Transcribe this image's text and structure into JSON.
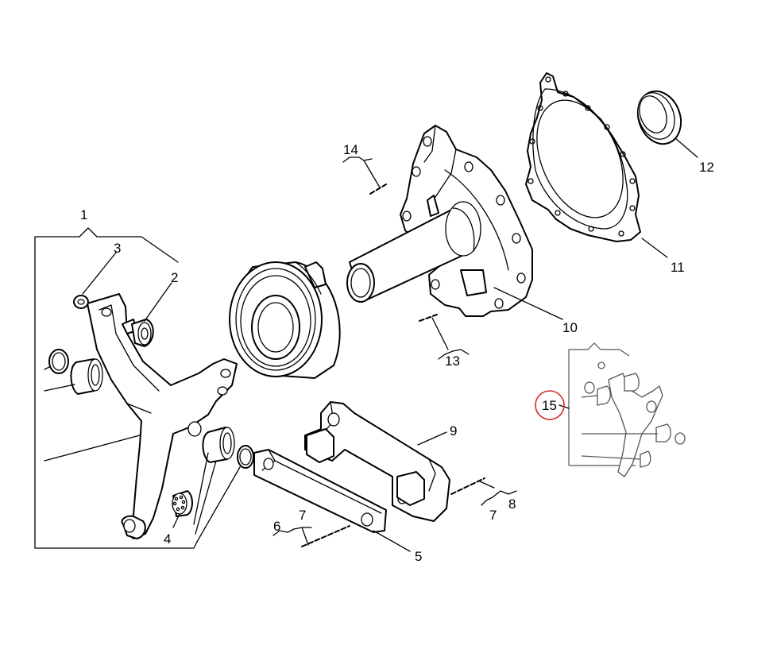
{
  "diagram": {
    "callouts": [
      {
        "id": "1",
        "label": "1"
      },
      {
        "id": "2",
        "label": "2"
      },
      {
        "id": "3",
        "label": "3"
      },
      {
        "id": "4",
        "label": "4"
      },
      {
        "id": "5",
        "label": "5"
      },
      {
        "id": "6",
        "label": "6"
      },
      {
        "id": "7a",
        "label": "7"
      },
      {
        "id": "7b",
        "label": "7"
      },
      {
        "id": "8",
        "label": "8"
      },
      {
        "id": "9",
        "label": "9"
      },
      {
        "id": "10",
        "label": "10"
      },
      {
        "id": "11",
        "label": "11"
      },
      {
        "id": "12",
        "label": "12"
      },
      {
        "id": "13",
        "label": "13"
      },
      {
        "id": "14",
        "label": "14"
      },
      {
        "id": "15",
        "label": "15"
      }
    ],
    "highlighted_callout": "15",
    "colors": {
      "line": "#000000",
      "background": "#ffffff",
      "highlight": "#d42a2a",
      "inset": "#555555"
    }
  }
}
